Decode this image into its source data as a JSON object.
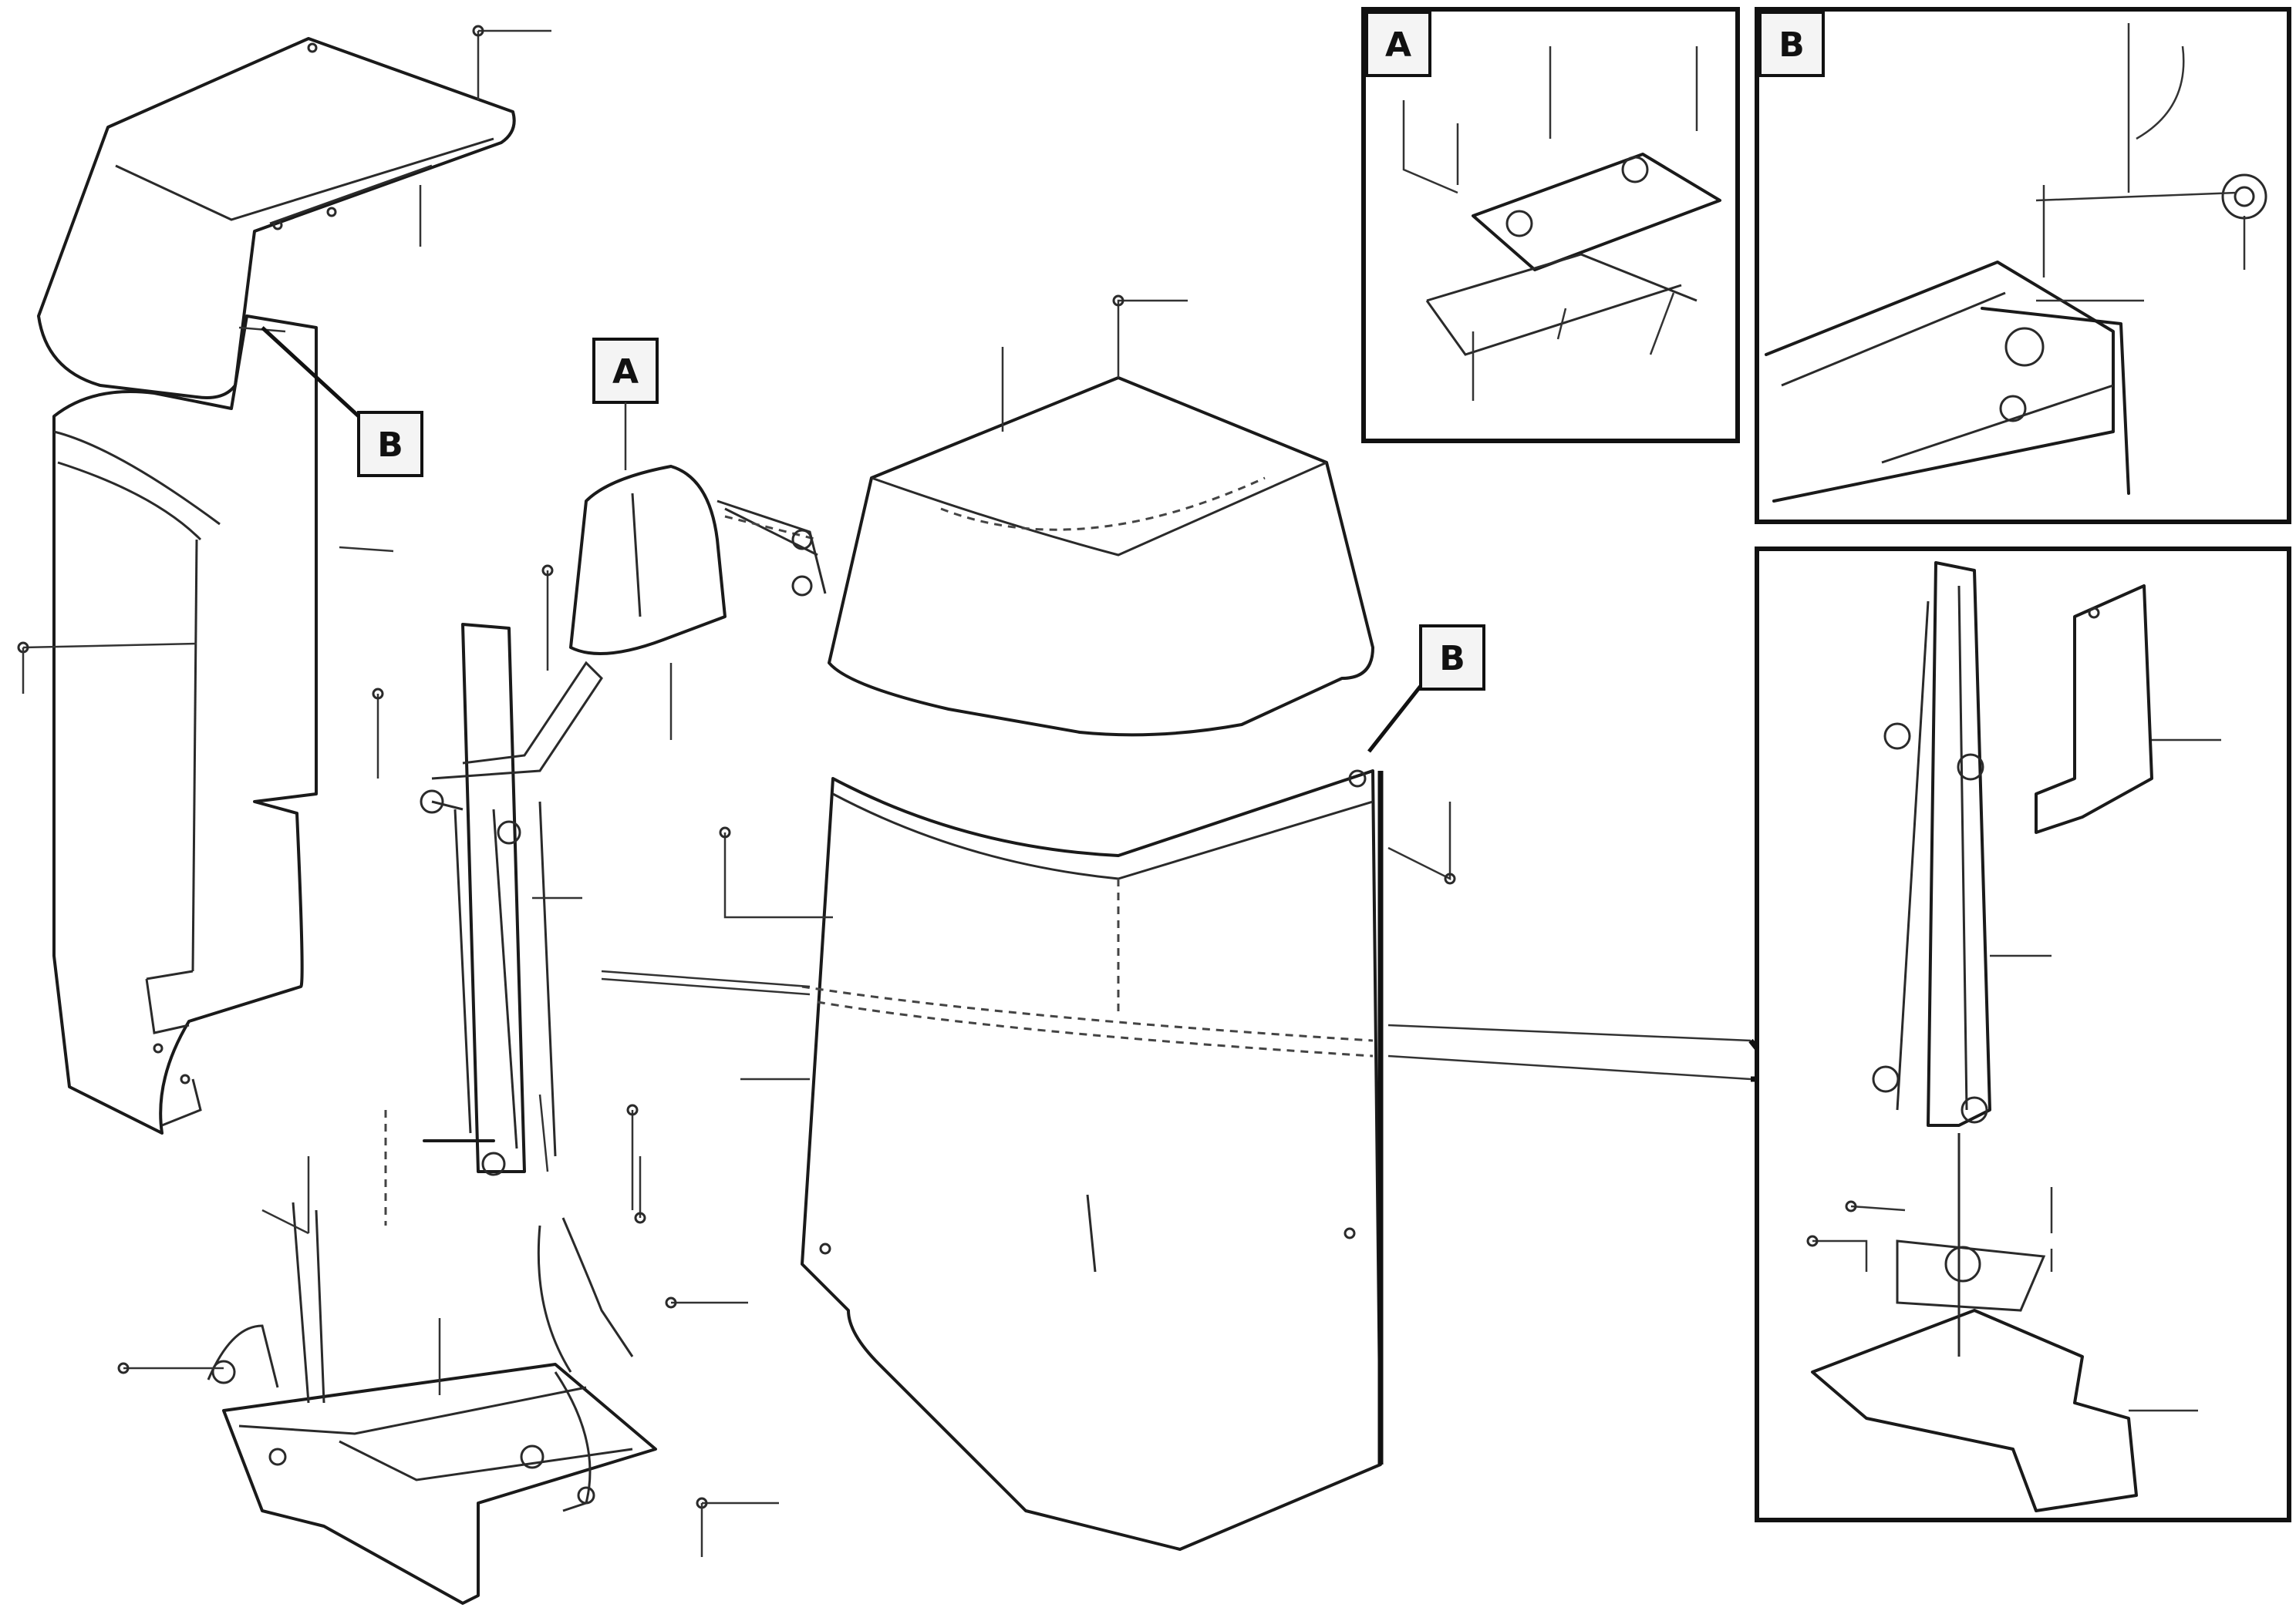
{
  "callouts": {
    "main_a": "A",
    "main_b_left": "B",
    "main_b_right": "B",
    "inset_a": "A",
    "inset_b": "B"
  },
  "reference": {
    "line1": "",
    "line2": "",
    "code": ""
  }
}
